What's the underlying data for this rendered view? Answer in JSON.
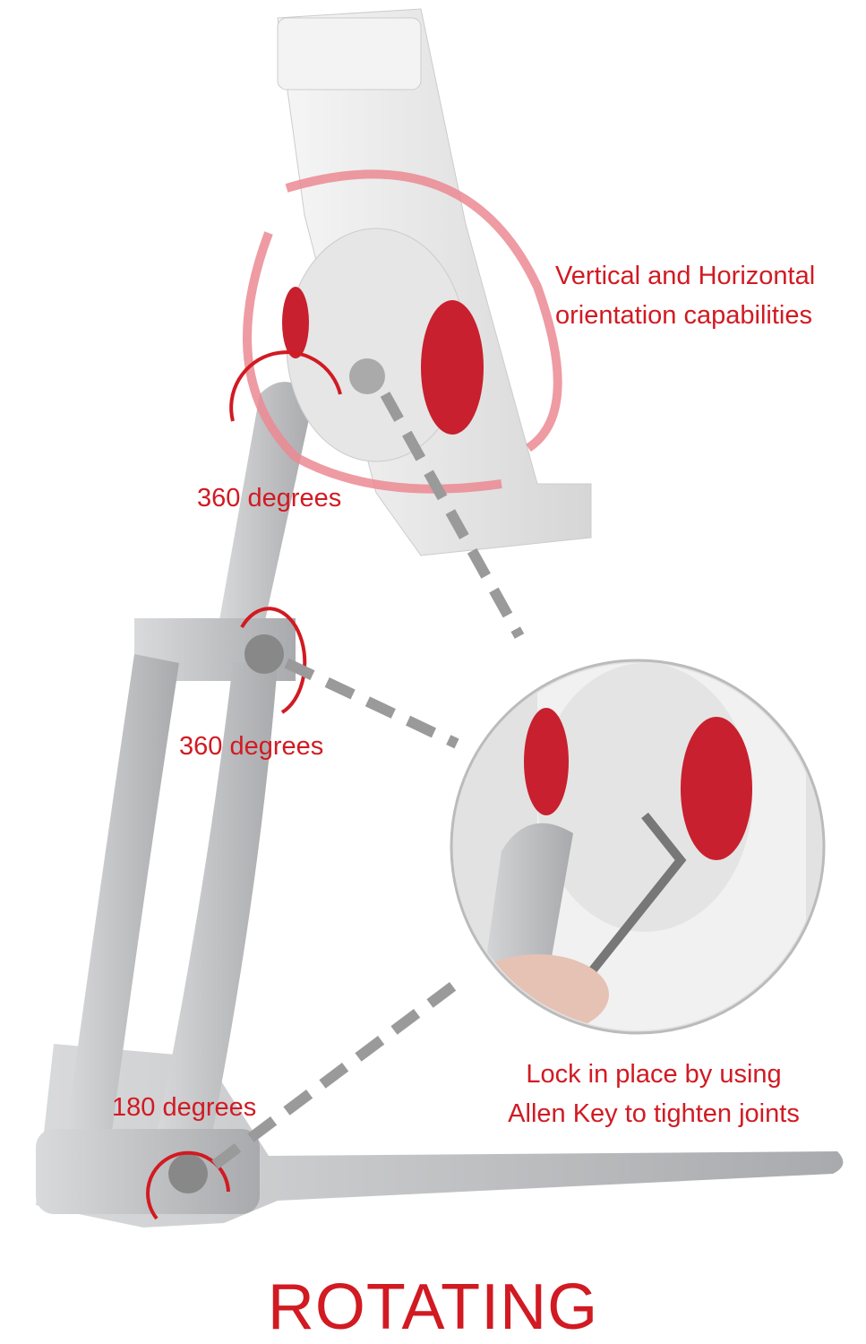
{
  "callouts": {
    "orientation": {
      "line1": "Vertical and Horizontal",
      "line2": "orientation capabilities"
    },
    "joint_top": "360 degrees",
    "joint_middle": "360 degrees",
    "joint_base": "180 degrees",
    "lock": {
      "line1": "Lock in place by using",
      "line2": "Allen Key to tighten joints"
    }
  },
  "title": "ROTATING",
  "colors": {
    "accent": "#d11a22",
    "arm": "#c9cacc",
    "holder": "#eeeeee",
    "pad": "#c8202e",
    "arrow": "#9a9a9a"
  }
}
